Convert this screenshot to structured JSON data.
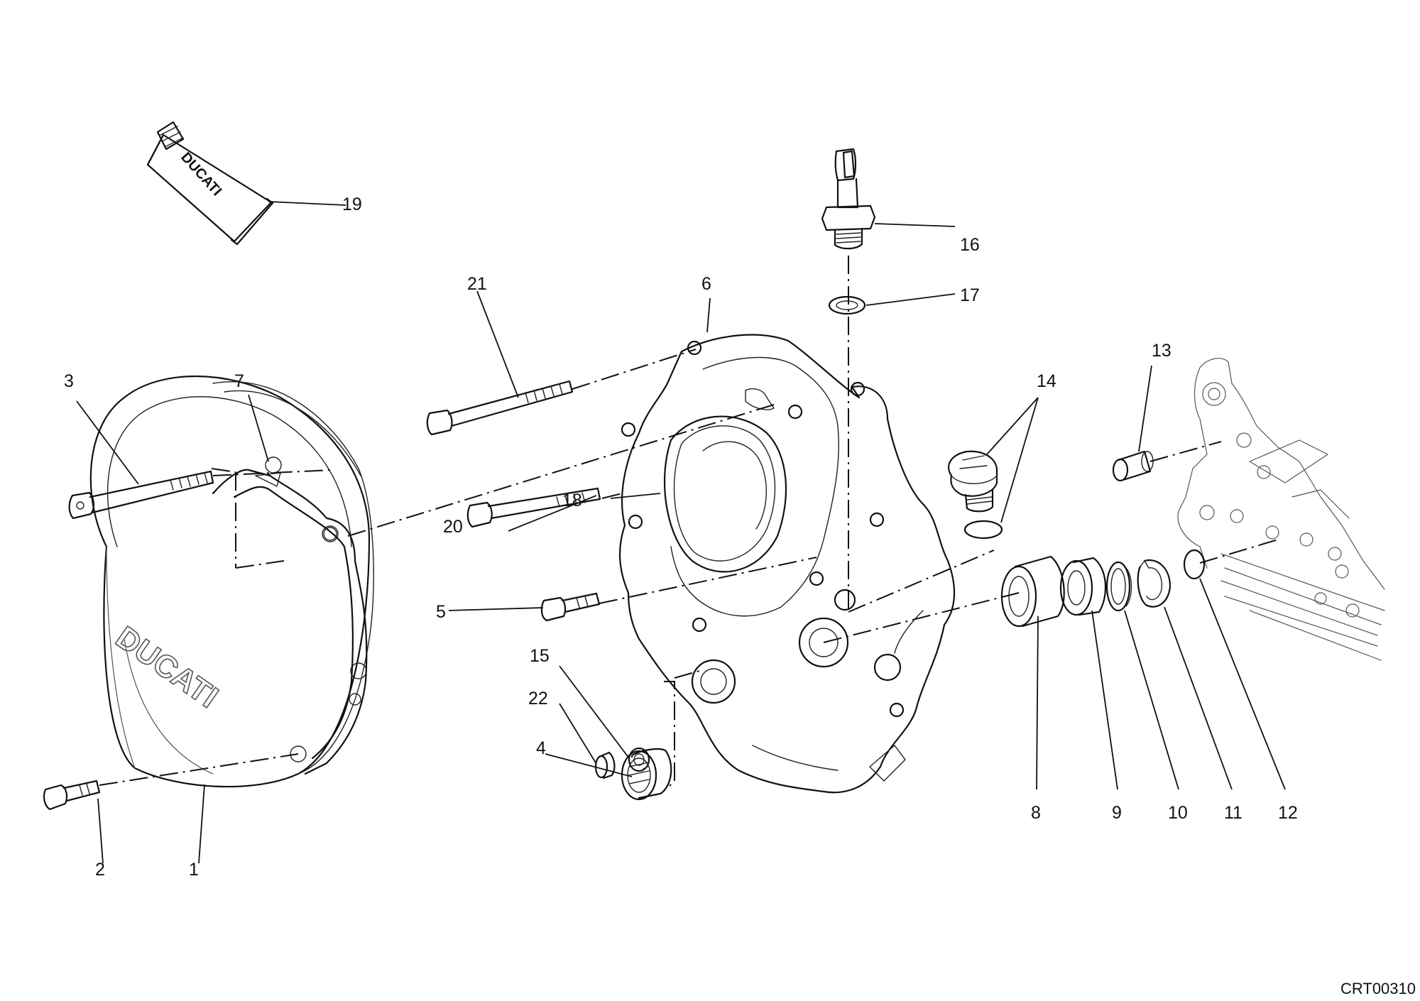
{
  "drawing_code": "CRT00310",
  "brand_marks": {
    "cover_logo": "DUCATI",
    "tube_logo": "DUCATI"
  },
  "callouts": [
    {
      "id": "1",
      "label": "1"
    },
    {
      "id": "2",
      "label": "2"
    },
    {
      "id": "3",
      "label": "3"
    },
    {
      "id": "4",
      "label": "4"
    },
    {
      "id": "5",
      "label": "5"
    },
    {
      "id": "6",
      "label": "6"
    },
    {
      "id": "7",
      "label": "7"
    },
    {
      "id": "8",
      "label": "8"
    },
    {
      "id": "9",
      "label": "9"
    },
    {
      "id": "10",
      "label": "10"
    },
    {
      "id": "11",
      "label": "11"
    },
    {
      "id": "12",
      "label": "12"
    },
    {
      "id": "13",
      "label": "13"
    },
    {
      "id": "14",
      "label": "14"
    },
    {
      "id": "15",
      "label": "15"
    },
    {
      "id": "16",
      "label": "16"
    },
    {
      "id": "17",
      "label": "17"
    },
    {
      "id": "18",
      "label": "18"
    },
    {
      "id": "19",
      "label": "19"
    },
    {
      "id": "20",
      "label": "20"
    },
    {
      "id": "21",
      "label": "21"
    },
    {
      "id": "22",
      "label": "22"
    }
  ]
}
